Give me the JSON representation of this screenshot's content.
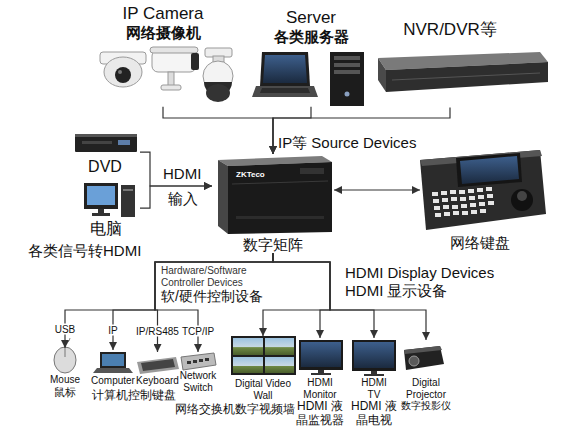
{
  "diagram": {
    "nodes": [
      {
        "text": [
          "IP Camera",
          "网络摄像机"
        ]
      },
      {
        "text": [
          "Server",
          "各类服务器"
        ]
      },
      {
        "text": [
          "NVR/DVR等"
        ]
      },
      {
        "text": [
          "DVD"
        ]
      },
      {
        "text": [
          "电脑"
        ]
      },
      {
        "text": [
          "数字矩阵"
        ]
      },
      {
        "text": [
          "网络键盘"
        ]
      },
      {
        "text": [
          "Mouse",
          "鼠标"
        ]
      },
      {
        "text": [
          "Computer"
        ]
      },
      {
        "text": [
          "Keyboard"
        ]
      },
      {
        "text": [
          "Network Switch"
        ]
      },
      {
        "text": [
          "Digital Video Wall"
        ]
      },
      {
        "text": [
          "HDMI Monitor",
          "HDMI 液晶监视器"
        ]
      },
      {
        "text": [
          "HDMI TV",
          "HDMI 液晶电视"
        ]
      },
      {
        "text": [
          "Digital Projector",
          "数字投影仪"
        ]
      }
    ],
    "edges": [
      {
        "from": 0,
        "to": 5,
        "arrow": "to"
      },
      {
        "from": 1,
        "to": 5,
        "arrow": "to"
      },
      {
        "from": 2,
        "to": 5,
        "arrow": "to"
      },
      {
        "from": 3,
        "to": 5,
        "arrow": "to"
      },
      {
        "from": 4,
        "to": 5,
        "arrow": "to"
      },
      {
        "from": 5,
        "to": 6,
        "arrow": "both"
      },
      {
        "from": 5,
        "to": 7,
        "label": "USB",
        "arrow": "to"
      },
      {
        "from": 5,
        "to": 8,
        "label": "IP",
        "arrow": "to"
      },
      {
        "from": 5,
        "to": 9,
        "label": "IP/RS485",
        "arrow": "to"
      },
      {
        "from": 5,
        "to": 10,
        "label": "TCP/IP",
        "arrow": "to"
      },
      {
        "from": 5,
        "to": 11,
        "arrow": "to"
      },
      {
        "from": 5,
        "to": 12,
        "arrow": "to"
      },
      {
        "from": 5,
        "to": 13,
        "arrow": "to"
      },
      {
        "from": 5,
        "to": 14,
        "arrow": "to"
      }
    ],
    "labels": [
      "IP等 Source Devices",
      "HDMI",
      "输入",
      "各类信号转HDMI",
      "ZKTeco",
      "Hardware/Software Controller Devices",
      "软/硬件控制设备",
      "HDMI Display Devices",
      "HDMI 显示设备",
      "计算机控制键盘",
      "网络交换机数字视频墙"
    ]
  }
}
